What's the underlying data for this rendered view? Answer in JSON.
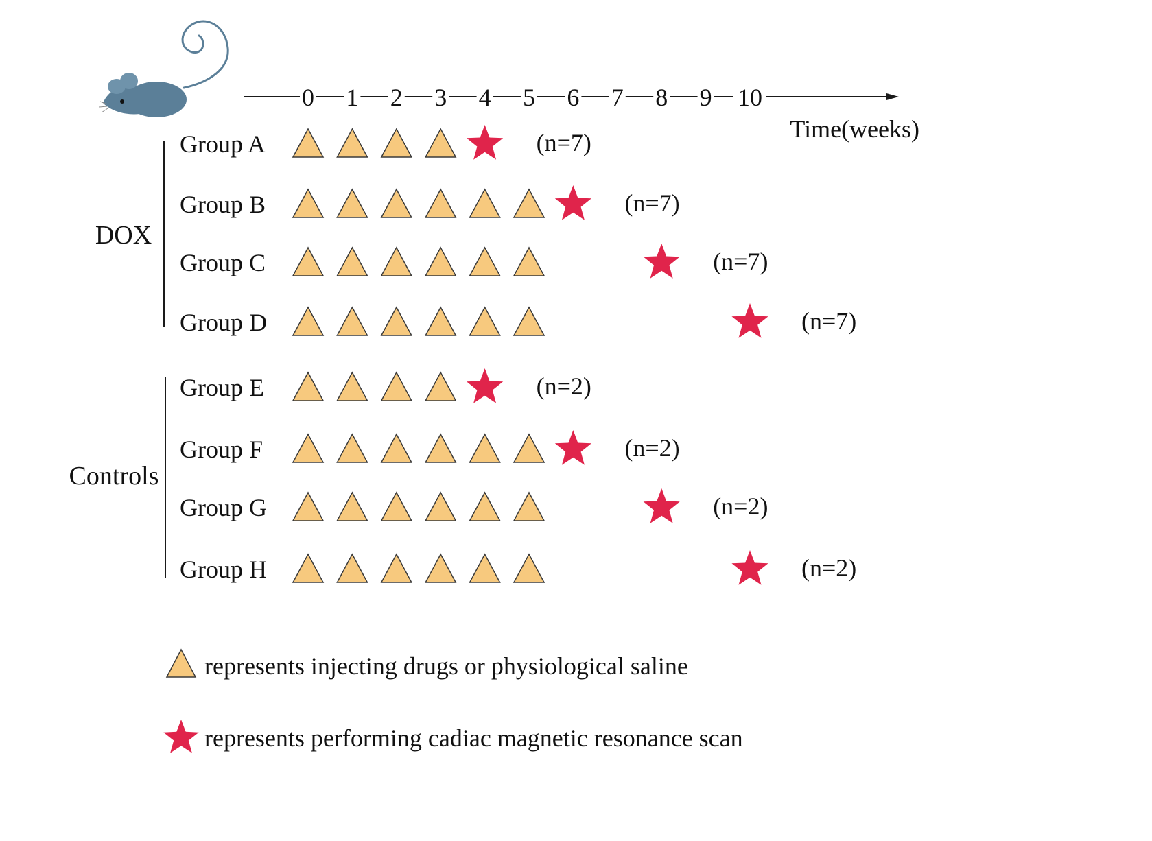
{
  "timeline": {
    "ticks": [
      "0",
      "1",
      "2",
      "3",
      "4",
      "5",
      "6",
      "7",
      "8",
      "9",
      "10"
    ],
    "unit_label": "Time(weeks)"
  },
  "categories": [
    {
      "label": "DOX",
      "groups": [
        "A",
        "B",
        "C",
        "D"
      ]
    },
    {
      "label": "Controls",
      "groups": [
        "E",
        "F",
        "G",
        "H"
      ]
    }
  ],
  "groups": [
    {
      "id": "A",
      "label": "Group A",
      "injection_weeks": [
        0,
        1,
        2,
        3
      ],
      "scan_week": 4,
      "n_label": "(n=7)"
    },
    {
      "id": "B",
      "label": "Group B",
      "injection_weeks": [
        0,
        1,
        2,
        3,
        4,
        5
      ],
      "scan_week": 6,
      "n_label": "(n=7)"
    },
    {
      "id": "C",
      "label": "Group C",
      "injection_weeks": [
        0,
        1,
        2,
        3,
        4,
        5
      ],
      "scan_week": 8,
      "n_label": "(n=7)"
    },
    {
      "id": "D",
      "label": "Group D",
      "injection_weeks": [
        0,
        1,
        2,
        3,
        4,
        5
      ],
      "scan_week": 10,
      "n_label": "(n=7)"
    },
    {
      "id": "E",
      "label": "Group E",
      "injection_weeks": [
        0,
        1,
        2,
        3
      ],
      "scan_week": 4,
      "n_label": "(n=2)"
    },
    {
      "id": "F",
      "label": "Group F",
      "injection_weeks": [
        0,
        1,
        2,
        3,
        4,
        5
      ],
      "scan_week": 6,
      "n_label": "(n=2)"
    },
    {
      "id": "G",
      "label": "Group G",
      "injection_weeks": [
        0,
        1,
        2,
        3,
        4,
        5
      ],
      "scan_week": 8,
      "n_label": "(n=2)"
    },
    {
      "id": "H",
      "label": "Group H",
      "injection_weeks": [
        0,
        1,
        2,
        3,
        4,
        5
      ],
      "scan_week": 10,
      "n_label": "(n=2)"
    }
  ],
  "legend": {
    "injection": "represents injecting drugs or physiological saline",
    "scan": "represents performing cadiac magnetic resonance scan"
  },
  "colors": {
    "triangle_fill": "#F7C97E",
    "triangle_stroke": "#3A3A3A",
    "star_fill": "#E0244B",
    "mouse": "#5B7F98",
    "mouse_ear": "#6F93AB",
    "axis": "#1A1A1A"
  },
  "icons": {
    "subject": "mouse-icon",
    "injection": "triangle-icon",
    "scan": "star-icon"
  }
}
